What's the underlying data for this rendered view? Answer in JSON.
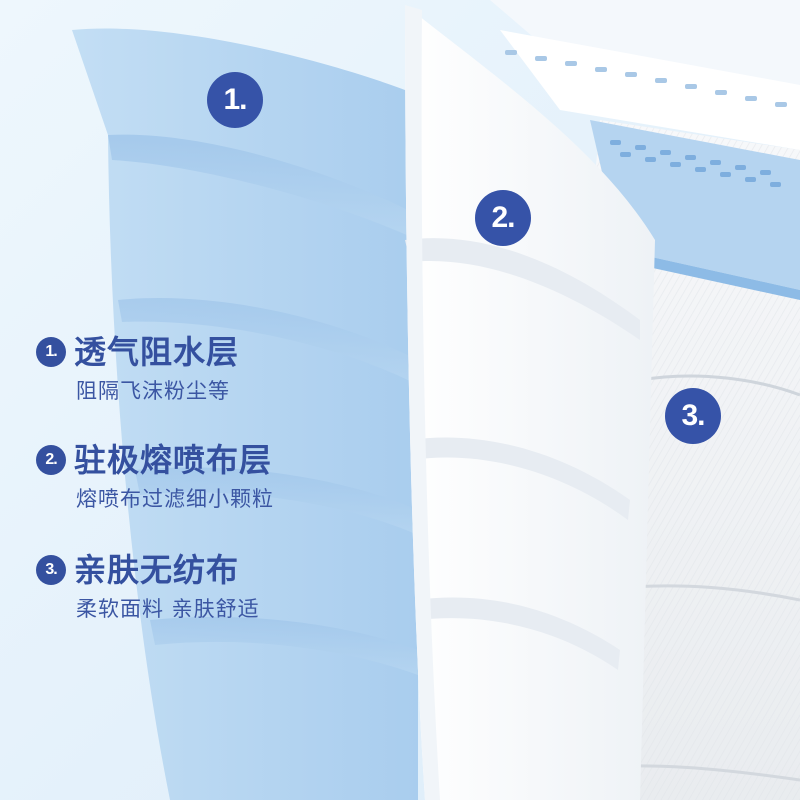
{
  "image": {
    "subject": "three-layer surgical face mask cross-section",
    "colors": {
      "background": "#e6f2fb",
      "blue_layer": "#b7d6f0",
      "white_layer": "#fbfdff",
      "inner_layer": "#f2f4f6",
      "badge": "#3653a8",
      "text": "#34509f"
    }
  },
  "badges": [
    {
      "label": "1."
    },
    {
      "label": "2."
    },
    {
      "label": "3."
    }
  ],
  "legend": [
    {
      "number": "1.",
      "title": "透气阻水层",
      "subtitle": "阻隔飞沫粉尘等"
    },
    {
      "number": "2.",
      "title": "驻极熔喷布层",
      "subtitle": "熔喷布过滤细小颗粒"
    },
    {
      "number": "3.",
      "title": "亲肤无纺布",
      "subtitle": "柔软面料 亲肤舒适"
    }
  ]
}
